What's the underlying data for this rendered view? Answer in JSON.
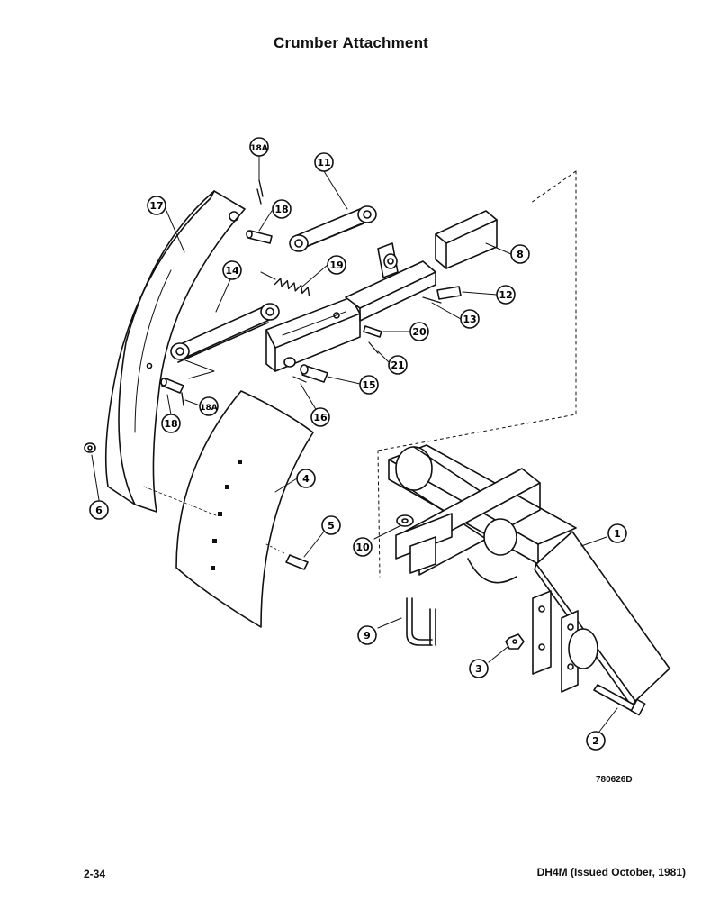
{
  "page": {
    "title": "Crumber Attachment",
    "drawing_number": "780626D",
    "page_number": "2-34",
    "footer": "DH4M (Issued October, 1981)"
  },
  "callouts": {
    "c1": "1",
    "c2": "2",
    "c3": "3",
    "c4": "4",
    "c5": "5",
    "c6": "6",
    "c8": "8",
    "c9": "9",
    "c10": "10",
    "c11": "11",
    "c12": "12",
    "c13": "13",
    "c14": "14",
    "c15": "15",
    "c16": "16",
    "c17": "17",
    "c18a": "18",
    "c18b": "18",
    "c18A_top": "18A",
    "c18A_low": "18A",
    "c19": "19",
    "c20": "20",
    "c21": "21"
  }
}
